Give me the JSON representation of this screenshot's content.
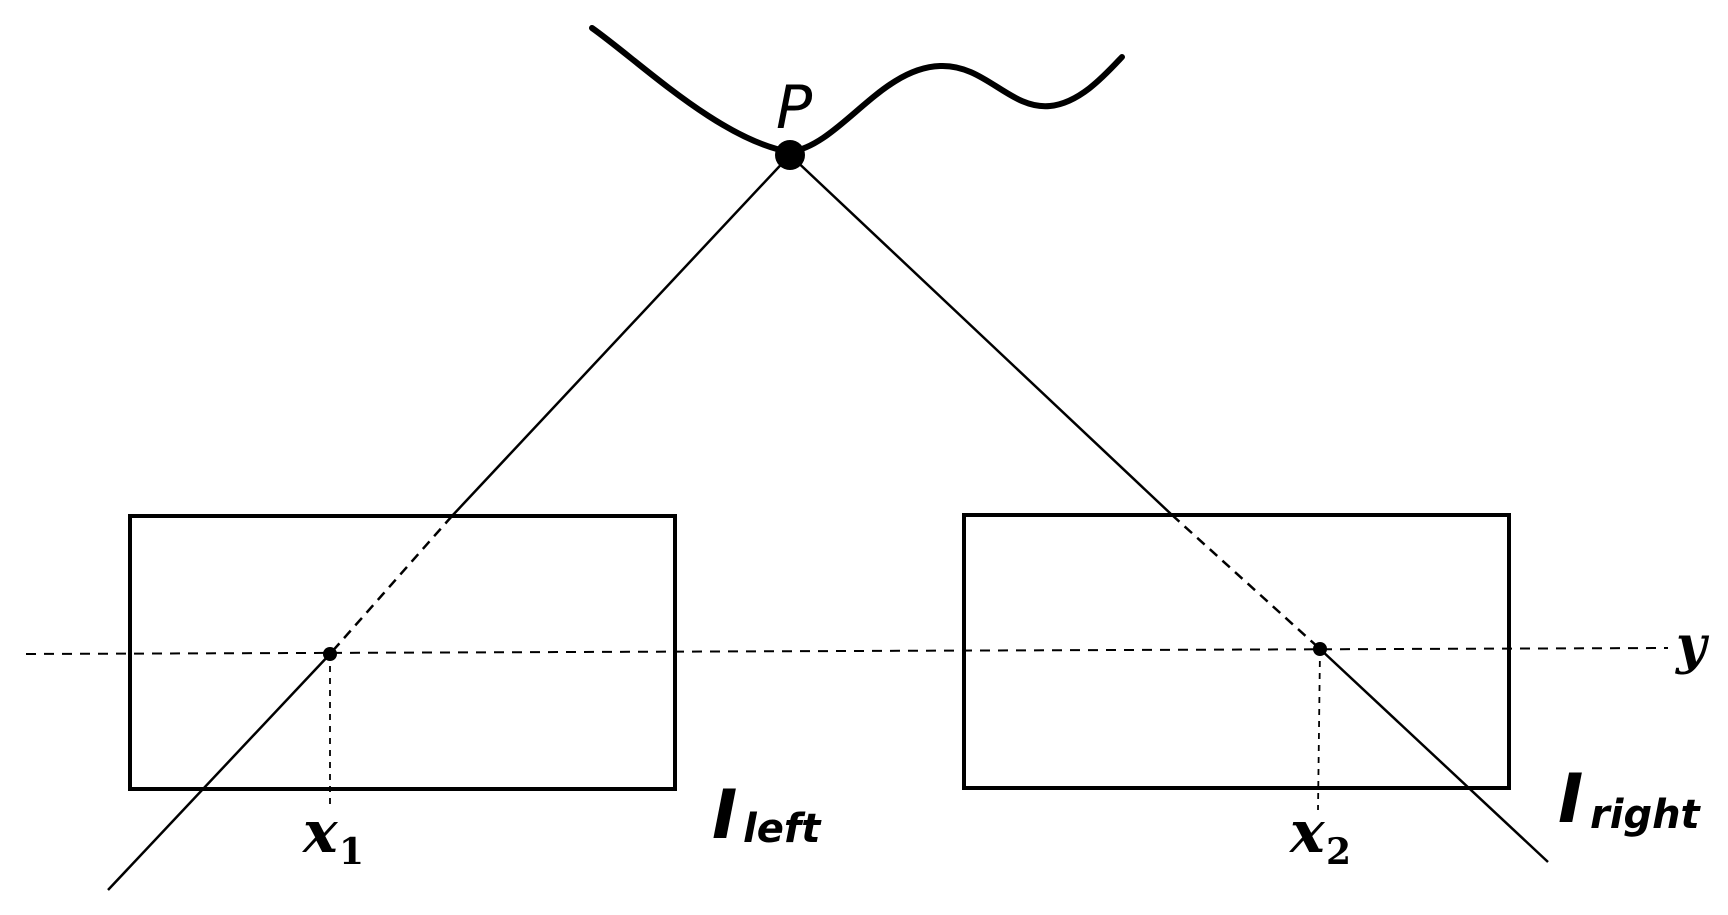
{
  "labels": {
    "point": "P",
    "axis_y": "y",
    "x1_main": "x",
    "x1_sub": "1",
    "x2_main": "x",
    "x2_sub": "2",
    "left_main": "I",
    "left_sub": "left",
    "right_main": "I",
    "right_sub": "right"
  }
}
